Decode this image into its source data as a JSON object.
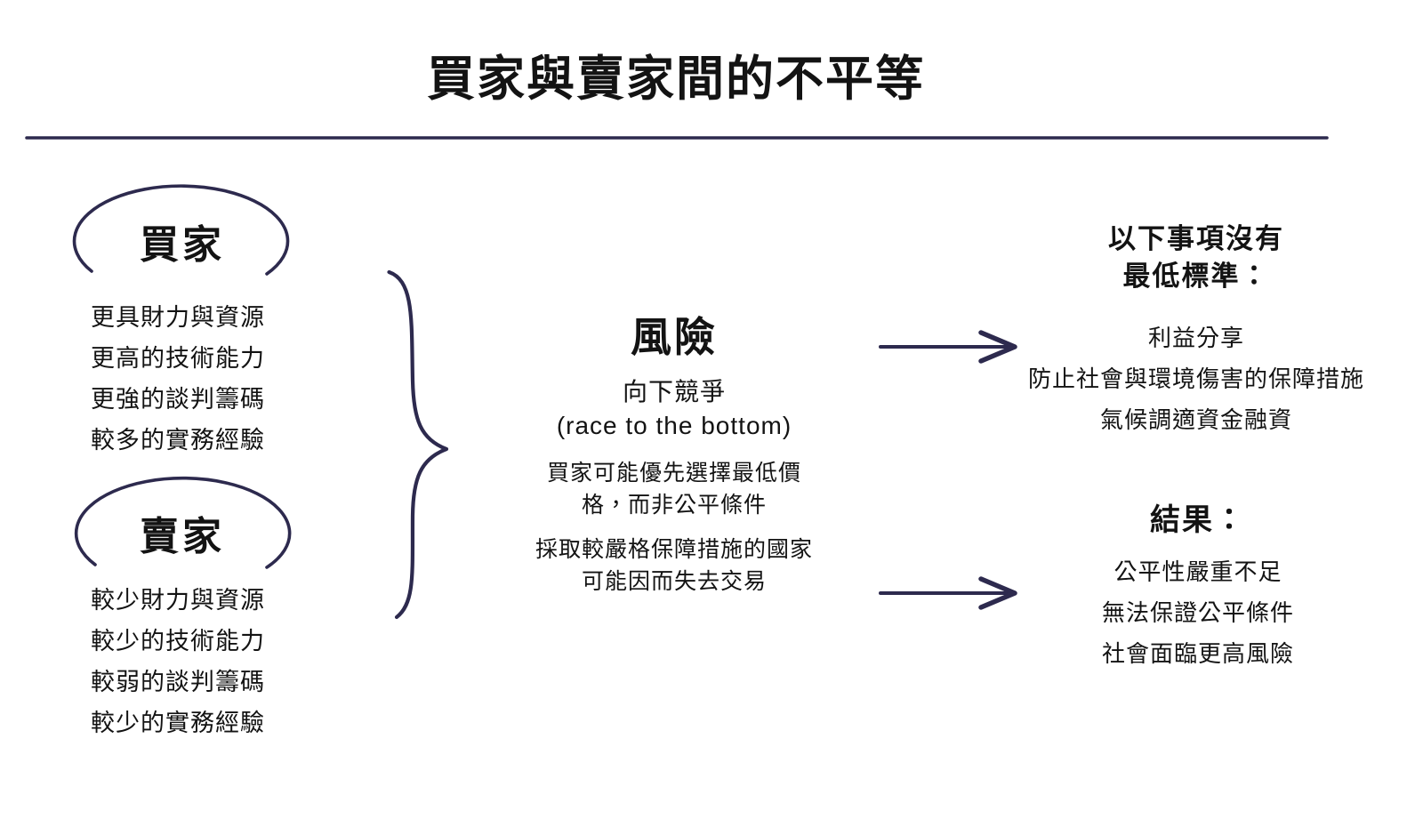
{
  "title": "買家與賣家間的不平等",
  "colors": {
    "ink": "#2d2a4e",
    "text": "#131313"
  },
  "buyer": {
    "label": "買家",
    "items": [
      "更具財力與資源",
      "更高的技術能力",
      "更強的談判籌碼",
      "較多的實務經驗"
    ]
  },
  "seller": {
    "label": "賣家",
    "items": [
      "較少財力與資源",
      "較少的技術能力",
      "較弱的談判籌碼",
      "較少的實務經驗"
    ]
  },
  "risk": {
    "heading": "風險",
    "subtitle_line1": "向下競爭",
    "subtitle_line2": "(race to the bottom)",
    "paragraph1_line1": "買家可能優先選擇最低價",
    "paragraph1_line2": "格，而非公平條件",
    "paragraph2_line1": "採取較嚴格保障措施的國家",
    "paragraph2_line2": "可能因而失去交易"
  },
  "no_minimum": {
    "heading_line1": "以下事項沒有",
    "heading_line2": "最低標準：",
    "items": [
      "利益分享",
      "防止社會與環境傷害的保障措施",
      "氣候調適資金融資"
    ]
  },
  "results": {
    "heading": "結果：",
    "items": [
      "公平性嚴重不足",
      "無法保證公平條件",
      "社會面臨更高風險"
    ]
  }
}
